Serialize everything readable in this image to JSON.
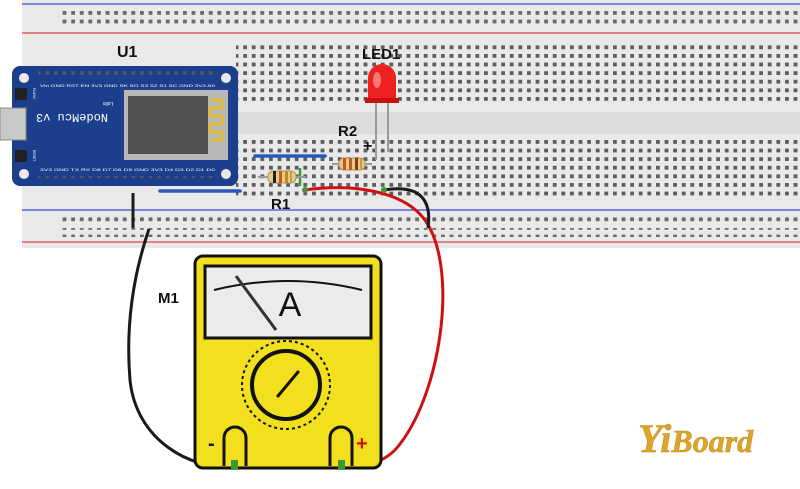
{
  "labels": {
    "mcu": "U1",
    "led": "LED1",
    "r1": "R1",
    "r2": "R2",
    "plus_mark": "+",
    "meter": "M1"
  },
  "mcu_board": {
    "title": "NodeMcu v3",
    "sub": "Lolin",
    "top_pins": "Vin GND RST EN 3V3 GND SK SO S3 S2 S1 SC GND 3V3 A0",
    "bottom_pins": "3V3 GND TX RX D8 D7 D6 D5 GND 3V3 D4 D3 D2 D1 D0",
    "side_top": "FLASH",
    "side_bottom": "RESET"
  },
  "meter": {
    "symbol": "A",
    "neg_label": "-",
    "pos_label": "+"
  },
  "watermark": {
    "part1": "Yi",
    "part2": "Board"
  },
  "colors": {
    "board_blue": "#1b3f8c",
    "meter_yellow": "#f2e01e",
    "led_red": "#ee2020",
    "wire_red": "#d01010",
    "wire_black": "#1a1a1a",
    "watermark_gold": "#d9a52a"
  }
}
